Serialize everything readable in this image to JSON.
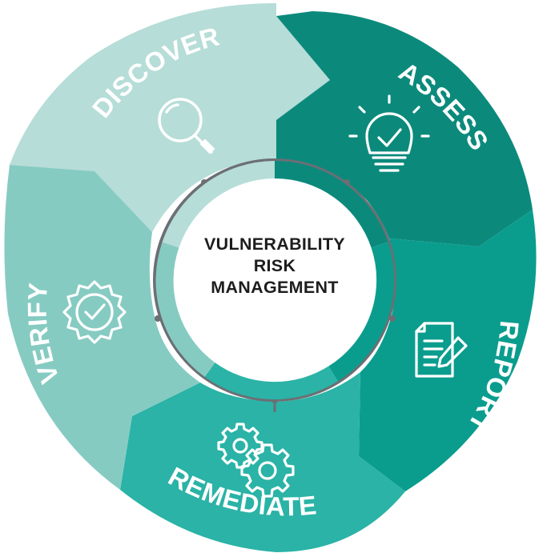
{
  "center": {
    "line1": "VULNERABILITY",
    "line2": "RISK",
    "line3": "MANAGEMENT"
  },
  "segments": [
    {
      "id": "discover",
      "label": "DISCOVER",
      "icon": "magnifier-icon",
      "color": "#b6ddd8"
    },
    {
      "id": "assess",
      "label": "ASSESS",
      "icon": "lightbulb-check-icon",
      "color": "#0b8a7c"
    },
    {
      "id": "report",
      "label": "REPORT",
      "icon": "document-pencil-icon",
      "color": "#0a9d8e"
    },
    {
      "id": "remediate",
      "label": "REMEDIATE",
      "icon": "gears-icon",
      "color": "#2ab3a6"
    },
    {
      "id": "verify",
      "label": "VERIFY",
      "icon": "badge-check-icon",
      "color": "#86cbc2"
    }
  ]
}
